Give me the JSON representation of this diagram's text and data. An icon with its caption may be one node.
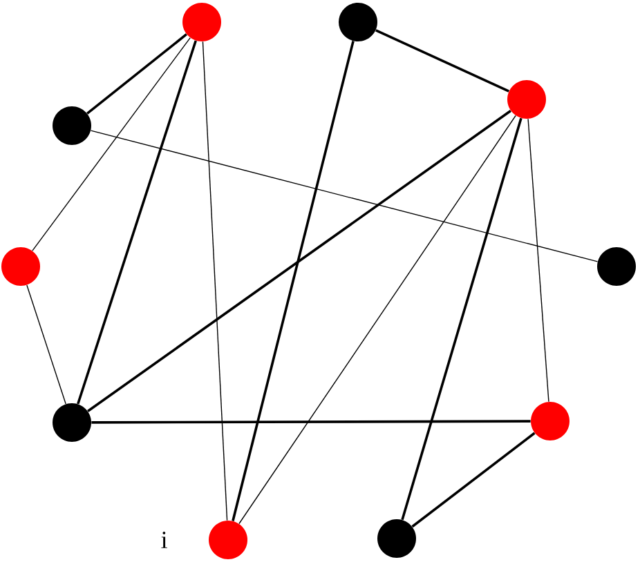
{
  "diagram": {
    "nodes": [
      {
        "text": [],
        "shape": "circle"
      },
      {
        "text": [],
        "shape": "circle"
      },
      {
        "text": [],
        "shape": "circle"
      },
      {
        "text": [],
        "shape": "circle"
      },
      {
        "text": [],
        "shape": "circle"
      },
      {
        "text": [],
        "shape": "circle"
      },
      {
        "text": [],
        "shape": "circle"
      },
      {
        "text": [],
        "shape": "circle"
      },
      {
        "text": [],
        "shape": "circle",
        "beside": [
          "i"
        ]
      },
      {
        "text": [],
        "shape": "circle"
      }
    ],
    "edges": [
      {
        "from": 0,
        "to": 2,
        "arrow": "none"
      },
      {
        "from": 0,
        "to": 4,
        "arrow": "none"
      },
      {
        "from": 0,
        "to": 6,
        "arrow": "none"
      },
      {
        "from": 0,
        "to": 8,
        "arrow": "none"
      },
      {
        "from": 1,
        "to": 3,
        "arrow": "none"
      },
      {
        "from": 1,
        "to": 8,
        "arrow": "none"
      },
      {
        "from": 2,
        "to": 5,
        "arrow": "none"
      },
      {
        "from": 3,
        "to": 6,
        "arrow": "none"
      },
      {
        "from": 3,
        "to": 8,
        "arrow": "none"
      },
      {
        "from": 3,
        "to": 9,
        "arrow": "none"
      },
      {
        "from": 3,
        "to": 7,
        "arrow": "none"
      },
      {
        "from": 4,
        "to": 6,
        "arrow": "none"
      },
      {
        "from": 6,
        "to": 7,
        "arrow": "none"
      },
      {
        "from": 7,
        "to": 9,
        "arrow": "none"
      }
    ]
  }
}
